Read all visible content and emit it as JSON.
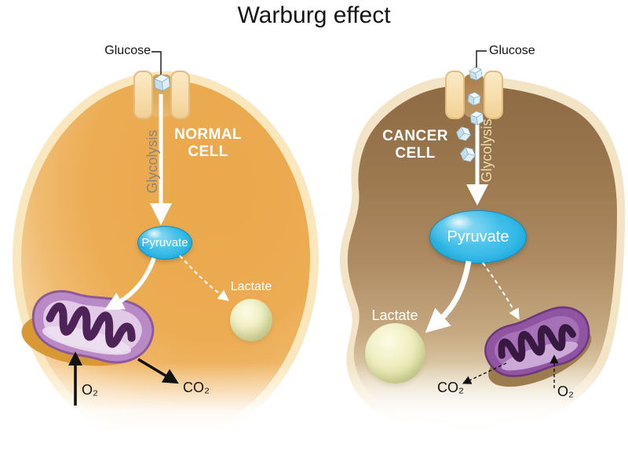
{
  "title": "Warburg effect",
  "cells": {
    "normal": {
      "name": "NORMAL\nCELL",
      "glucose": "Glucose",
      "glycolysis": "Glycolysis",
      "pyruvate": "Pyruvate",
      "lactate": "Lactate",
      "o2": "O₂",
      "co2": "CO₂"
    },
    "cancer": {
      "name": "CANCER\nCELL",
      "glucose": "Glucose",
      "glycolysis": "Glycolysis",
      "pyruvate": "Pyruvate",
      "lactate": "Lactate",
      "o2": "O₂",
      "co2": "CO₂"
    }
  },
  "colors": {
    "normal_cell_fill": "#ECAC53",
    "normal_cell_membrane": "#FAE7BD",
    "cancer_cell_fill": "#A5825A",
    "cancer_cell_membrane": "#F3E4C5",
    "pyruvate_fill": "#2FB7E6",
    "lactate_fill": "#E9EBB6",
    "mitochondrion_normal": "#BA8AC6",
    "mitochondrion_cancer": "#9154A3",
    "cristae": "#4E2458",
    "glucose_cube": "#D9EDF6",
    "channel_fill": "#F6DCA8",
    "title_color": "#151515"
  }
}
